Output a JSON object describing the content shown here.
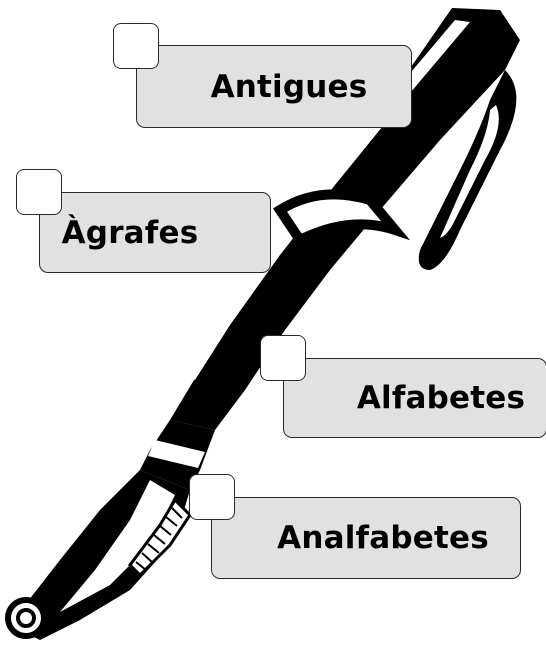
{
  "options": [
    {
      "label": "Antigues",
      "checked": false
    },
    {
      "label": "Àgrafes",
      "checked": false
    },
    {
      "label": "Alfabetes",
      "checked": false
    },
    {
      "label": "Analfabetes",
      "checked": false
    }
  ],
  "illustration": "fountain-pen",
  "colors": {
    "label_background": "#e1e1e1",
    "border": "#2a2a2a",
    "ink": "#000000",
    "checkbox_fill": "#ffffff"
  }
}
